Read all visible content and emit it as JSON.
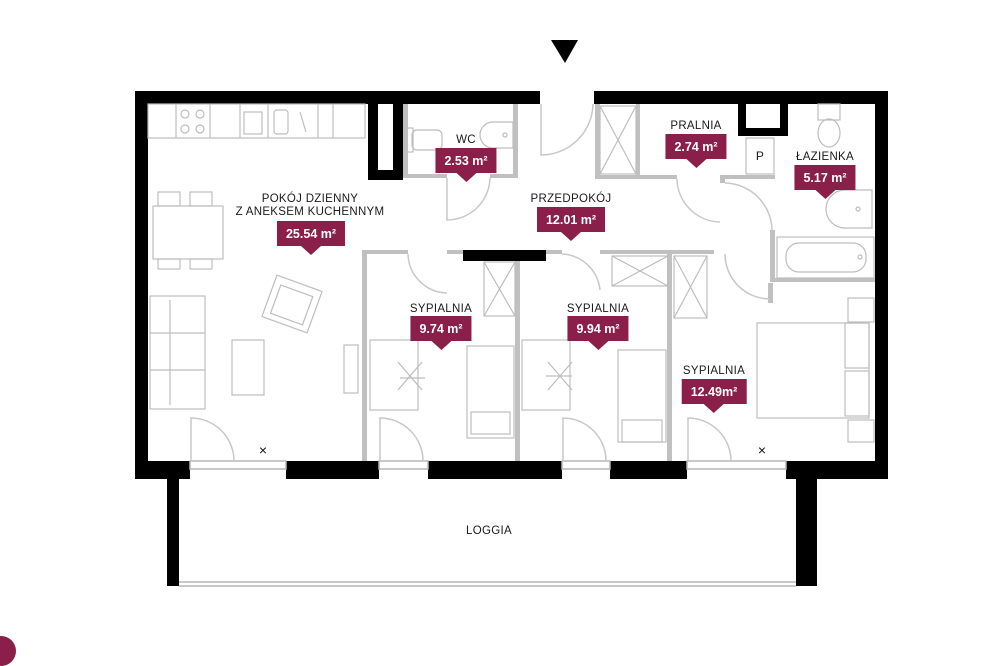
{
  "rooms": {
    "living": {
      "name_line1": "POKÓJ DZIENNY",
      "name_line2": "Z ANEKSEM KUCHENNYM",
      "area": "25.54 m²"
    },
    "wc": {
      "name": "WC",
      "area": "2.53 m²"
    },
    "hall": {
      "name": "PRZEDPOKÓJ",
      "area": "12.01 m²"
    },
    "laundry": {
      "name": "PRALNIA",
      "area": "2.74 m²"
    },
    "bathroom": {
      "name": "ŁAZIENKA",
      "area": "5.17 m²"
    },
    "bedroom1": {
      "name": "SYPIALNIA",
      "area": "9.74 m²"
    },
    "bedroom2": {
      "name": "SYPIALNIA",
      "area": "9.94 m²"
    },
    "bedroom3": {
      "name": "SYPIALNIA",
      "area": "12.49m²"
    },
    "loggia": {
      "name": "LOGGIA"
    }
  },
  "markers": {
    "x": "×",
    "laundry_p": "P"
  },
  "colors": {
    "accent": "#8a1f4a",
    "wall": "#000000",
    "fixture": "#b5b5b5"
  }
}
